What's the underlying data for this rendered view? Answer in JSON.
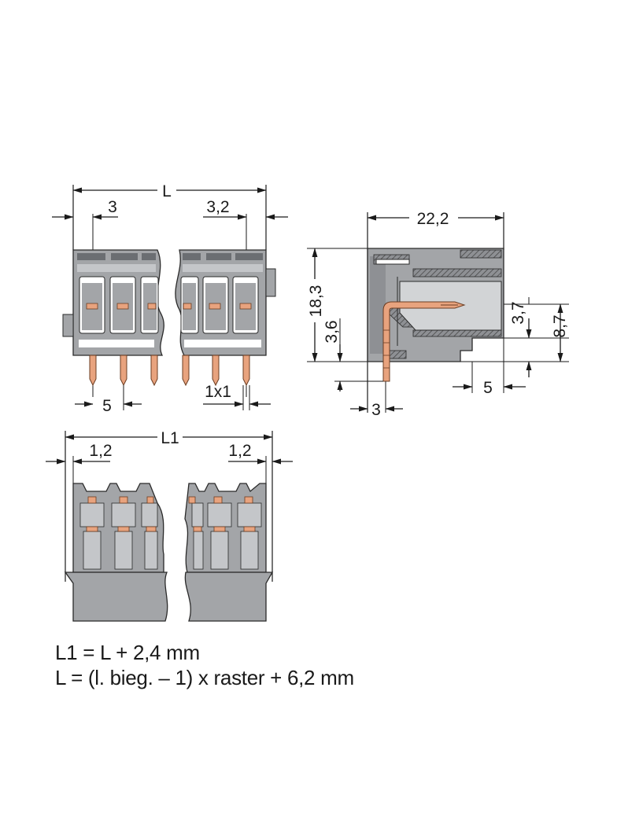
{
  "dimensions": {
    "L": "L",
    "pitch_3": "3",
    "pitch_3_2": "3,2",
    "pitch_5": "5",
    "pin_1x1": "1x1",
    "width_22_2": "22,2",
    "height_18_3": "18,3",
    "height_3_6": "3,6",
    "height_3_7": "3,7",
    "height_8_7": "8,7",
    "offset_5": "5",
    "offset_3": "3",
    "L1": "L1",
    "offset_1_2_left": "1,2",
    "offset_1_2_right": "1,2"
  },
  "formulas": {
    "line1": "L1 = L + 2,4 mm",
    "line2": "L = (l. bieg. – 1) x raster + 6,2 mm"
  },
  "colors": {
    "housing": "#a3a5a8",
    "housing_light": "#c4c6c9",
    "housing_dark": "#6b6e72",
    "pin": "#e8a37e",
    "outline": "#2a2a2a"
  }
}
